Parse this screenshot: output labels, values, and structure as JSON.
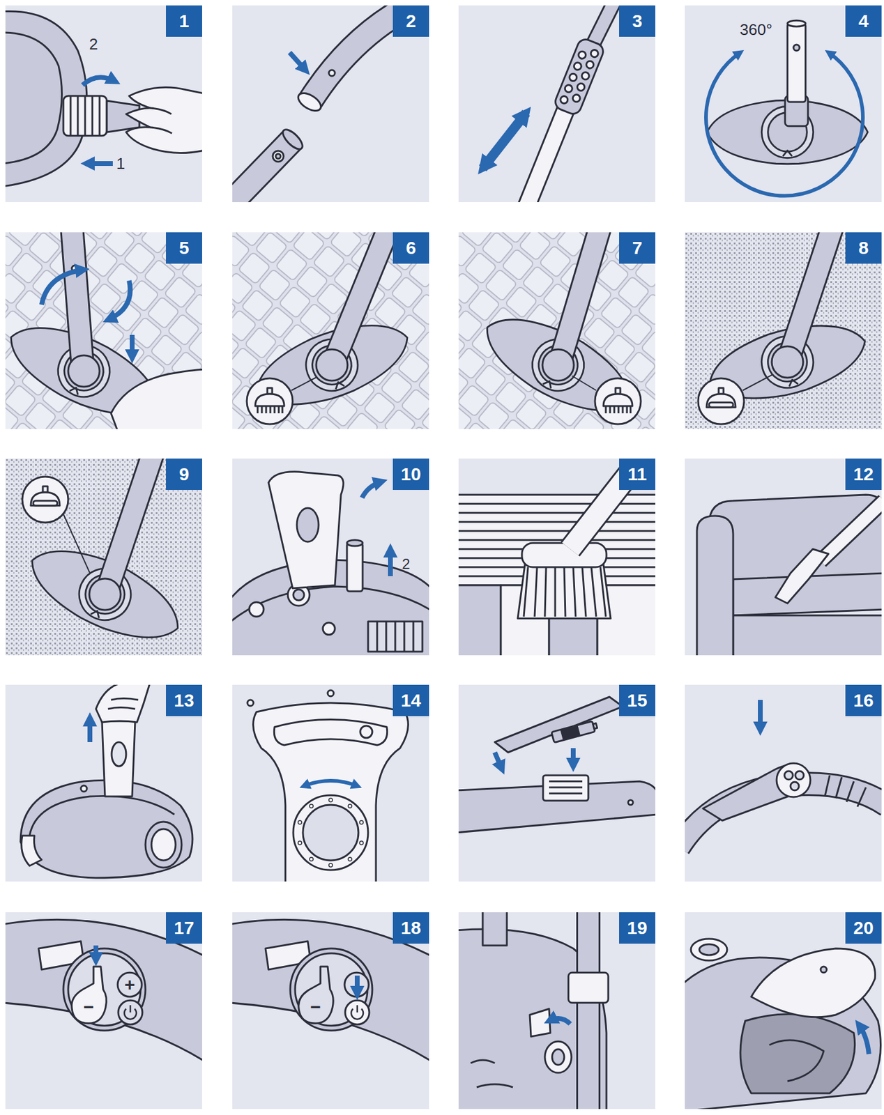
{
  "diagram": {
    "nodes": [
      {
        "text": [
          "1"
        ]
      },
      {
        "text": [
          "2"
        ]
      },
      {
        "text": [
          "3"
        ]
      },
      {
        "text": [
          "4"
        ]
      },
      {
        "text": [
          "5"
        ]
      },
      {
        "text": [
          "6"
        ]
      },
      {
        "text": [
          "7"
        ]
      },
      {
        "text": [
          "8"
        ]
      },
      {
        "text": [
          "9"
        ]
      },
      {
        "text": [
          "10"
        ]
      },
      {
        "text": [
          "11"
        ]
      },
      {
        "text": [
          "12"
        ]
      },
      {
        "text": [
          "13"
        ]
      },
      {
        "text": [
          "14"
        ]
      },
      {
        "text": [
          "15"
        ]
      },
      {
        "text": [
          "16"
        ]
      },
      {
        "text": [
          "17"
        ]
      },
      {
        "text": [
          "18"
        ]
      },
      {
        "text": [
          "19"
        ]
      },
      {
        "text": [
          "20"
        ]
      }
    ],
    "labels": [
      "2",
      "1",
      "360°",
      "2",
      "+",
      "−",
      "−"
    ]
  }
}
